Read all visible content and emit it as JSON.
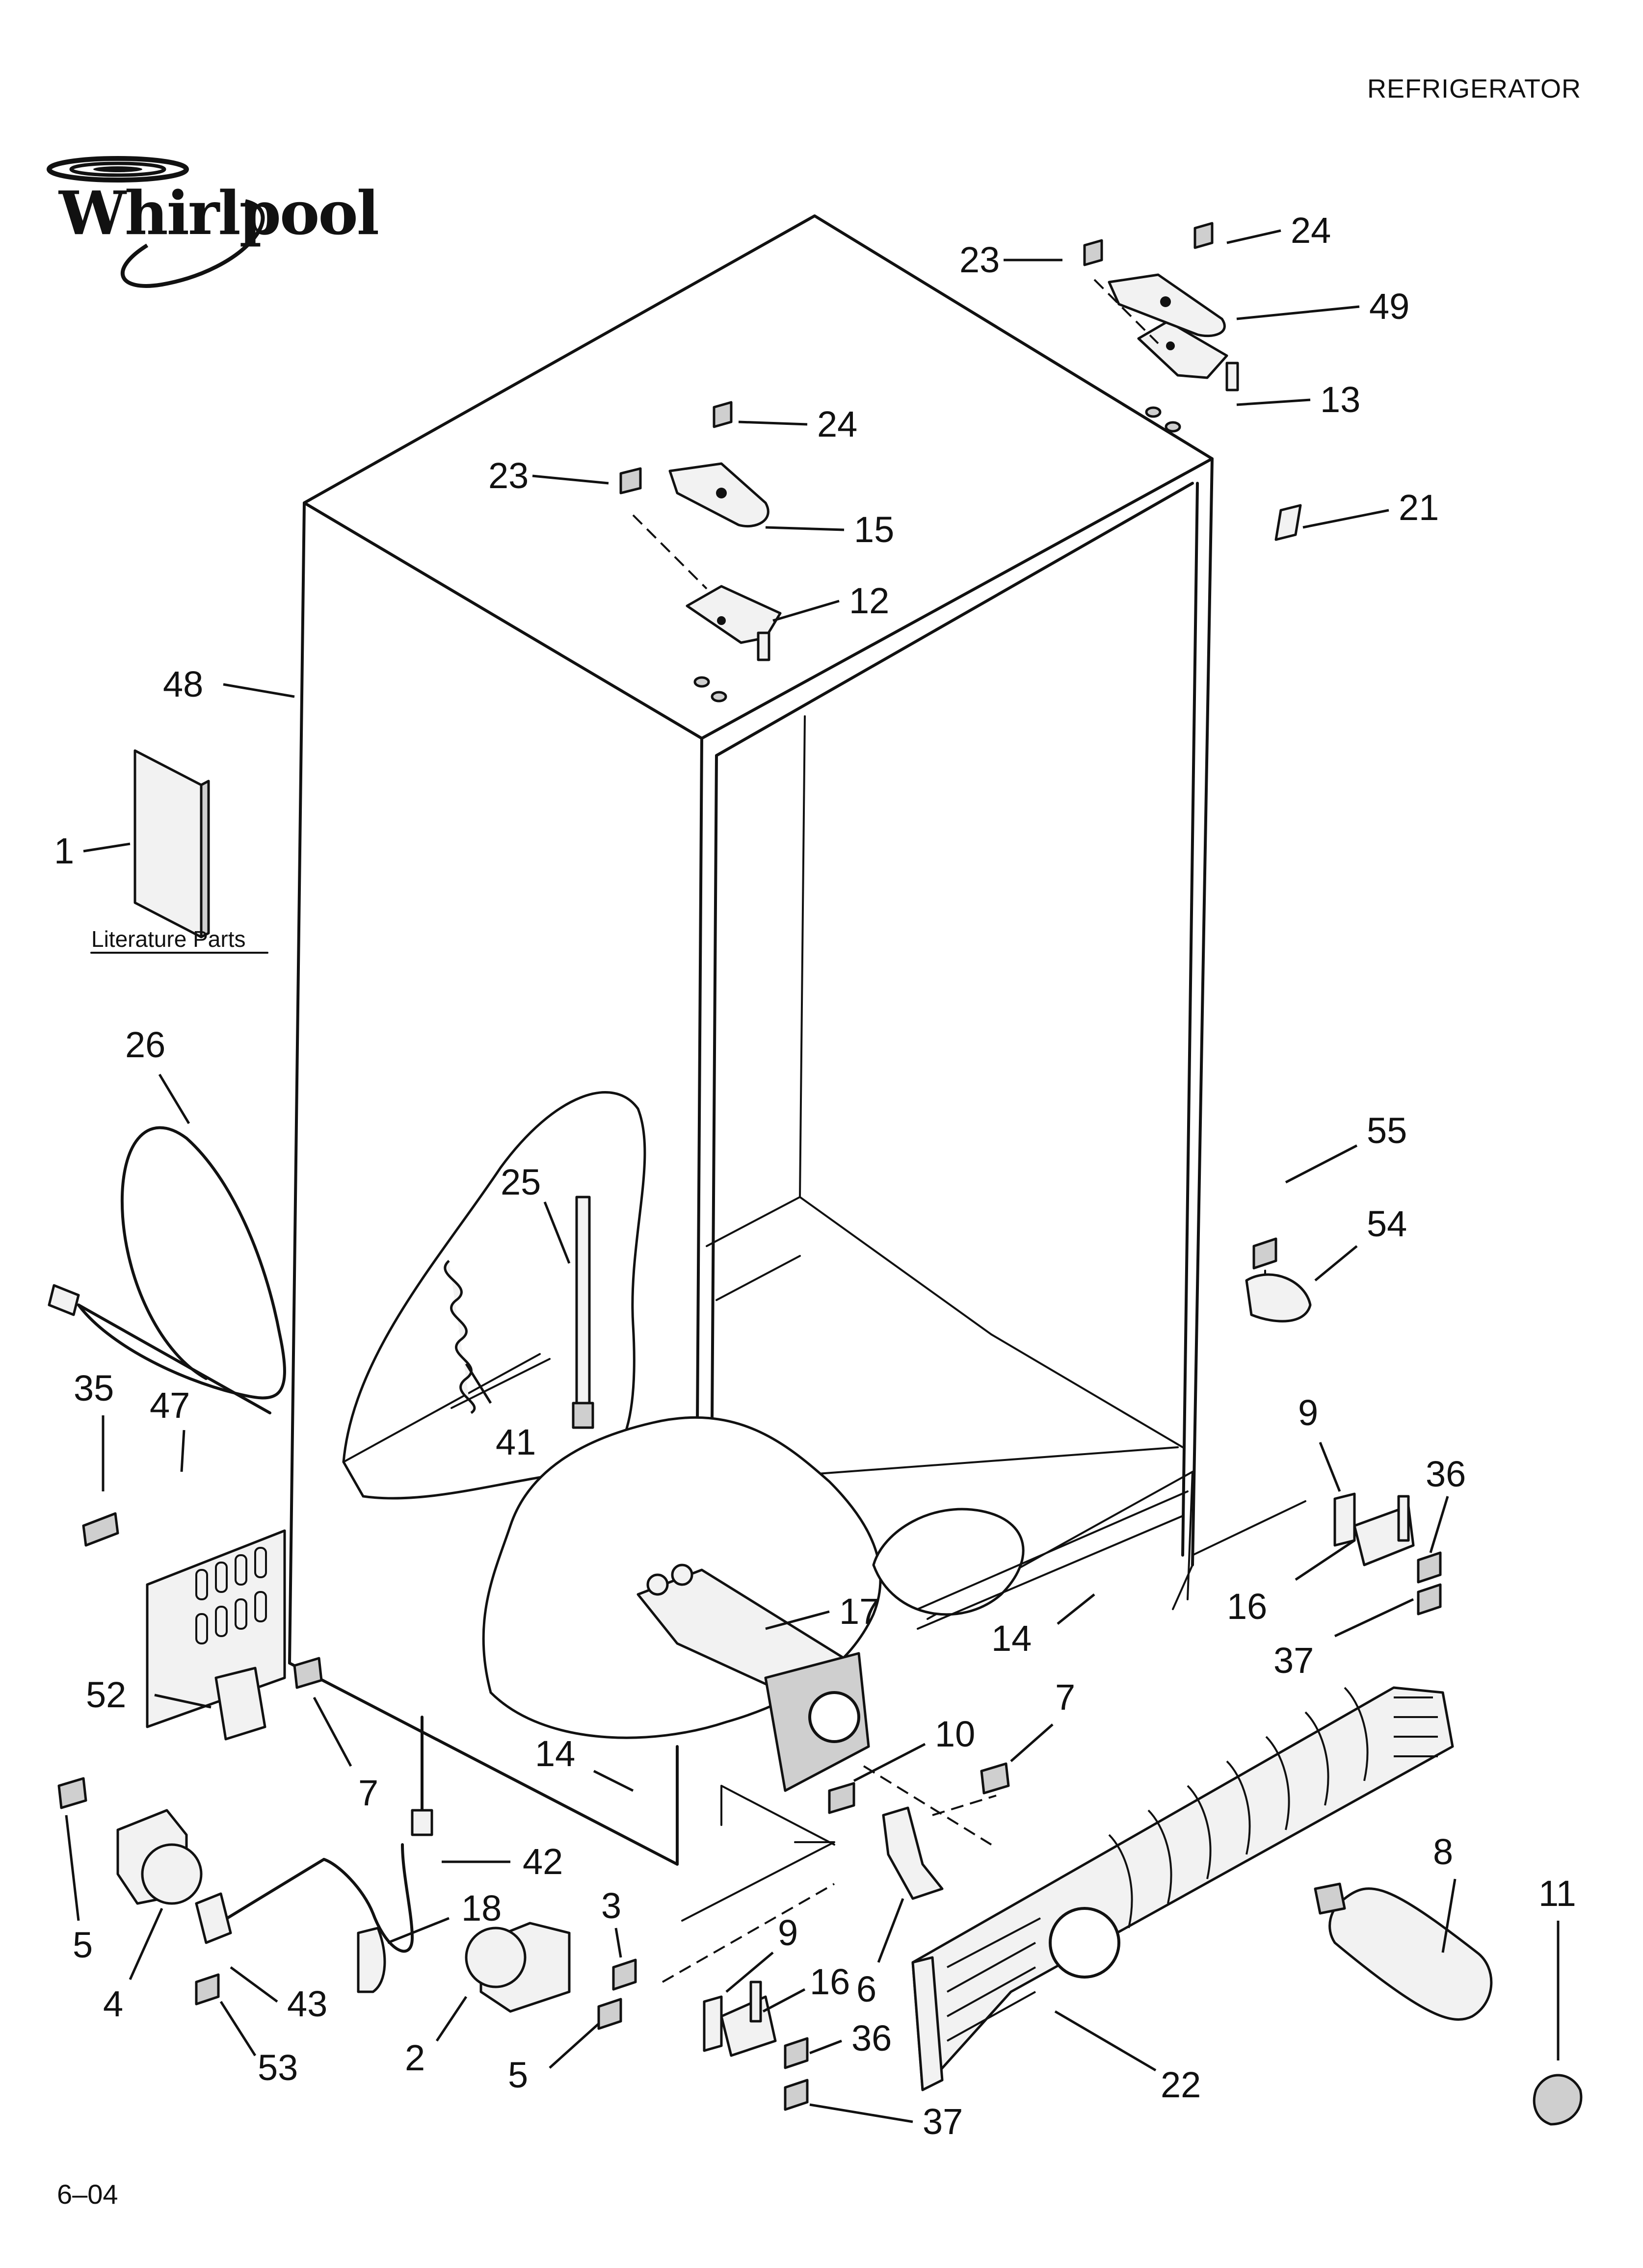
{
  "header": {
    "title": "REFRIGERATOR"
  },
  "brand": {
    "name": "Whirlpool"
  },
  "footer": {
    "code": "6–04"
  },
  "literature": {
    "label": "Literature Parts"
  },
  "callouts": [
    {
      "id": "c-23a",
      "label": "23"
    },
    {
      "id": "c-24a",
      "label": "24"
    },
    {
      "id": "c-49",
      "label": "49"
    },
    {
      "id": "c-13",
      "label": "13"
    },
    {
      "id": "c-24b",
      "label": "24"
    },
    {
      "id": "c-23b",
      "label": "23"
    },
    {
      "id": "c-15",
      "label": "15"
    },
    {
      "id": "c-21",
      "label": "21"
    },
    {
      "id": "c-12",
      "label": "12"
    },
    {
      "id": "c-48",
      "label": "48"
    },
    {
      "id": "c-1",
      "label": "1"
    },
    {
      "id": "c-26",
      "label": "26"
    },
    {
      "id": "c-25",
      "label": "25"
    },
    {
      "id": "c-55",
      "label": "55"
    },
    {
      "id": "c-54",
      "label": "54"
    },
    {
      "id": "c-41",
      "label": "41"
    },
    {
      "id": "c-35",
      "label": "35"
    },
    {
      "id": "c-47",
      "label": "47"
    },
    {
      "id": "c-9a",
      "label": "9"
    },
    {
      "id": "c-36a",
      "label": "36"
    },
    {
      "id": "c-17",
      "label": "17"
    },
    {
      "id": "c-16a",
      "label": "16"
    },
    {
      "id": "c-14a",
      "label": "14"
    },
    {
      "id": "c-37a",
      "label": "37"
    },
    {
      "id": "c-52",
      "label": "52"
    },
    {
      "id": "c-10",
      "label": "10"
    },
    {
      "id": "c-7a",
      "label": "7"
    },
    {
      "id": "c-14b",
      "label": "14"
    },
    {
      "id": "c-7b",
      "label": "7"
    },
    {
      "id": "c-42",
      "label": "42"
    },
    {
      "id": "c-8",
      "label": "8"
    },
    {
      "id": "c-11",
      "label": "11"
    },
    {
      "id": "c-18",
      "label": "18"
    },
    {
      "id": "c-3",
      "label": "3"
    },
    {
      "id": "c-9b",
      "label": "9"
    },
    {
      "id": "c-5a",
      "label": "5"
    },
    {
      "id": "c-6",
      "label": "6"
    },
    {
      "id": "c-16b",
      "label": "16"
    },
    {
      "id": "c-43",
      "label": "43"
    },
    {
      "id": "c-4",
      "label": "4"
    },
    {
      "id": "c-36b",
      "label": "36"
    },
    {
      "id": "c-53",
      "label": "53"
    },
    {
      "id": "c-2",
      "label": "2"
    },
    {
      "id": "c-5b",
      "label": "5"
    },
    {
      "id": "c-22",
      "label": "22"
    },
    {
      "id": "c-37b",
      "label": "37"
    }
  ]
}
